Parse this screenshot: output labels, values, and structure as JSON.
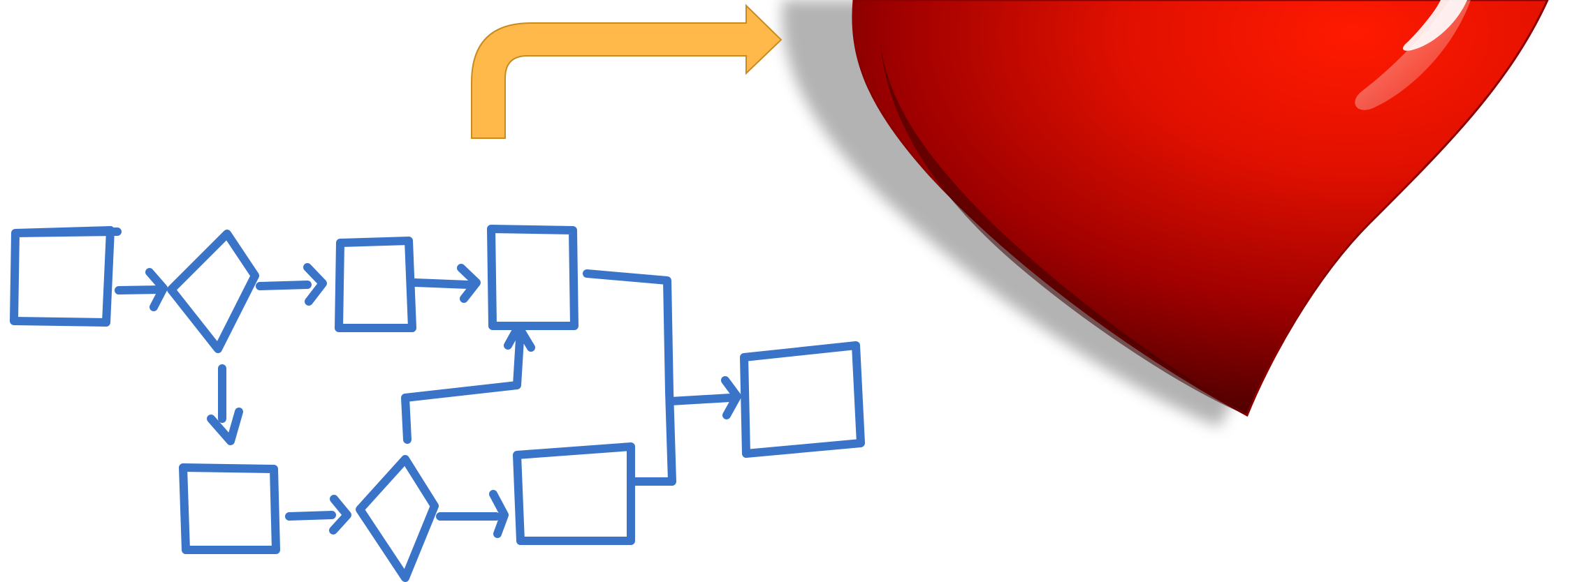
{
  "slide": {
    "background": "#ffffff",
    "flowchart": {
      "stroke_color": "#3a74c9",
      "style": "hand-drawn",
      "nodes": [
        {
          "id": "start-box",
          "shape": "rectangle"
        },
        {
          "id": "decision-1",
          "shape": "diamond"
        },
        {
          "id": "step-a",
          "shape": "rectangle"
        },
        {
          "id": "step-b",
          "shape": "rectangle"
        },
        {
          "id": "step-c",
          "shape": "rectangle"
        },
        {
          "id": "decision-2",
          "shape": "diamond"
        },
        {
          "id": "step-d",
          "shape": "rectangle"
        },
        {
          "id": "end-box",
          "shape": "rectangle"
        }
      ],
      "edges": [
        {
          "from": "start-box",
          "to": "decision-1"
        },
        {
          "from": "decision-1",
          "to": "step-a"
        },
        {
          "from": "step-a",
          "to": "step-b"
        },
        {
          "from": "decision-1",
          "to": "step-c"
        },
        {
          "from": "step-c",
          "to": "decision-2"
        },
        {
          "from": "decision-2",
          "to": "step-d"
        },
        {
          "from": "decision-2",
          "to": "step-b"
        },
        {
          "from": "step-b",
          "to": "end-box"
        },
        {
          "from": "step-d",
          "to": "end-box"
        }
      ]
    },
    "bent_arrow": {
      "fill": "#ffb84a",
      "stroke": "#c98b20",
      "direction": "up-then-right"
    },
    "heart": {
      "fill_light": "#ff1a00",
      "fill_dark": "#5a0000",
      "shadow": "#9a9a9a"
    }
  }
}
